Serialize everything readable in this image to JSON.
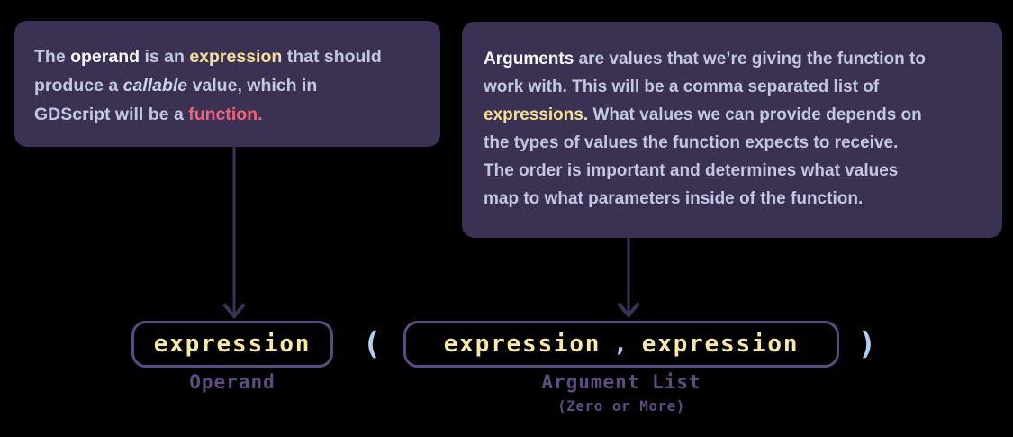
{
  "colors": {
    "background": "#000000",
    "callout_bg": "#3a3153",
    "body_text": "#c4c7e4",
    "strong_text": "#f7f7fb",
    "yellow_highlight": "#f2e294",
    "pink_highlight": "#ee6379",
    "code_yellow": "#f7e9a6",
    "punctuation_blue": "#b3cdf3",
    "box_outline": "#5b4b7e",
    "label_purple": "#5d4d80",
    "arrow": "#3a3153"
  },
  "callouts": {
    "operand": {
      "lines": [
        {
          "segments": [
            {
              "text": "The ",
              "style": "body"
            },
            {
              "text": "operand",
              "style": "strong"
            },
            {
              "text": " is an ",
              "style": "body"
            },
            {
              "text": "expression",
              "style": "yellow"
            },
            {
              "text": " that should",
              "style": "body"
            }
          ]
        },
        {
          "segments": [
            {
              "text": "produce a ",
              "style": "body"
            },
            {
              "text": "callable",
              "style": "italic"
            },
            {
              "text": " value, which in",
              "style": "body"
            }
          ]
        },
        {
          "segments": [
            {
              "text": "GDScript will be a ",
              "style": "body"
            },
            {
              "text": "function.",
              "style": "pink"
            }
          ]
        }
      ]
    },
    "arguments": {
      "lines": [
        {
          "segments": [
            {
              "text": "Arguments",
              "style": "strong"
            },
            {
              "text": " are values that we’re giving the function to",
              "style": "body"
            }
          ]
        },
        {
          "segments": [
            {
              "text": "work with. This will be a comma separated list of",
              "style": "body"
            }
          ]
        },
        {
          "segments": [
            {
              "text": "expressions.",
              "style": "yellow"
            },
            {
              "text": " What values we can provide depends on",
              "style": "body"
            }
          ]
        },
        {
          "segments": [
            {
              "text": "the types of values the function expects to receive.",
              "style": "body"
            }
          ]
        },
        {
          "segments": [
            {
              "text": "The order is important and determines what values",
              "style": "body"
            }
          ]
        },
        {
          "segments": [
            {
              "text": "map to what parameters inside of the function.",
              "style": "body"
            }
          ]
        }
      ]
    }
  },
  "syntax": {
    "operand_box": {
      "code": "expression",
      "label": "Operand"
    },
    "open_paren": "(",
    "argument_box": {
      "code_first": "expression",
      "comma": ",",
      "code_second": "expression",
      "label": "Argument List",
      "sublabel": "(Zero or More)"
    },
    "close_paren": ")"
  }
}
